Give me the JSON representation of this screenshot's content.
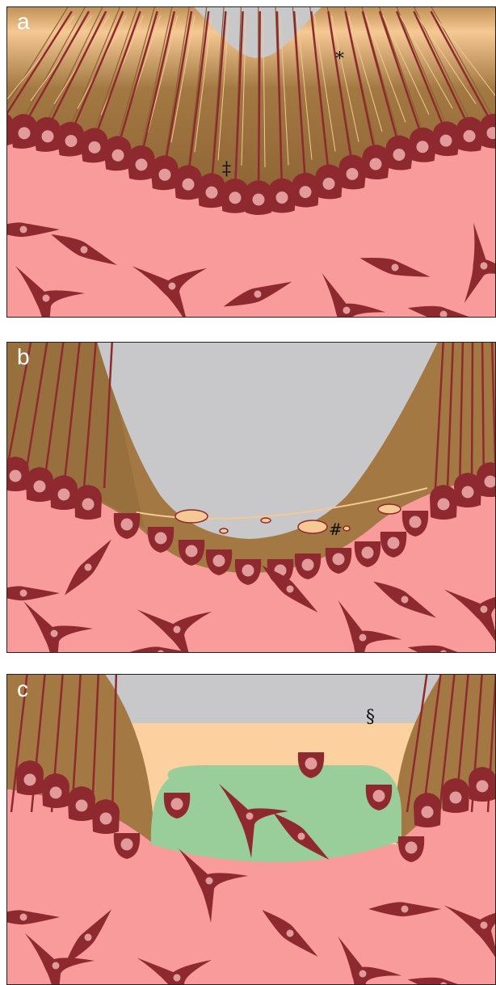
{
  "figure": {
    "panels": [
      {
        "id": "a",
        "label": "a",
        "markers": [
          "*",
          "‡"
        ]
      },
      {
        "id": "b",
        "label": "b",
        "markers": [
          "#"
        ]
      },
      {
        "id": "c",
        "label": "c",
        "markers": [
          "§"
        ]
      }
    ]
  },
  "colors": {
    "lumen": "#c8c8ca",
    "cartilage_matrix": "#a37842",
    "cartilage_light": "#f6c893",
    "cell_dark": "#8e2a2f",
    "nucleus": "#e29a9a",
    "stroma": "#f99a9b",
    "granulation": "#99cd9a",
    "fibrin": "#fdd0a0"
  }
}
